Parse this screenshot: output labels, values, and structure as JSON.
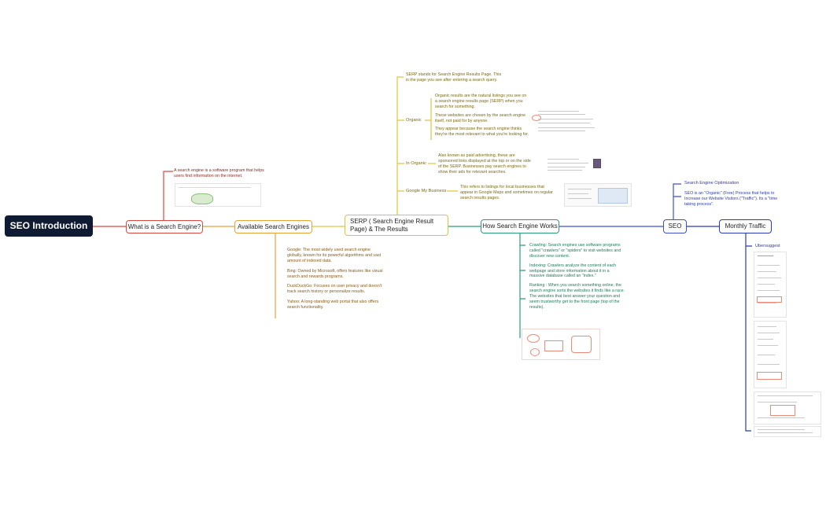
{
  "root": "SEO Introduction",
  "branches": {
    "what": "What is a Search Engine?",
    "available": "Available Search Engines",
    "serp": "SERP ( Search Engine Result Page) & The Results",
    "how": "How Search Engine Works",
    "seo": "SEO",
    "traffic": "Monthly Traffic"
  },
  "what_note": "A search engine is a software program that helps users find information on the internet.",
  "engines": [
    "Google: The most widely used search engine globally, known for its powerful algorithms and vast amount of indexed data.",
    "Bing: Owned by Microsoft, offers features like visual search and rewards programs.",
    "DuckDuckGo: Focuses on user privacy and doesn't track search history or personalize results.",
    "Yahoo: A long-standing web portal that also offers search functionality."
  ],
  "serp": {
    "intro": "SERP stands for Search Engine Results Page. This is the page you see after entering a search query.",
    "organic_label": "Organic",
    "organic_notes": [
      "Organic results are the natural listings you see on a search engine results page (SERP) when you search for something.",
      "These websites are chosen by the search engine itself, not paid for by anyone.",
      "They appear because the search engine thinks they're the most relevant to what you're looking for."
    ],
    "paid_label": "In Organic",
    "paid_note": "Also known as paid advertising, these are sponsored links displayed at the top or on the side of the SERP. Businesses pay search engines to show their ads for relevant searches.",
    "gmb_label": "Google My Business",
    "gmb_note": "This refers to listings for local businesses that appear in Google Maps and sometimes on regular search results pages."
  },
  "how_notes": [
    "Crawling: Search engines use software programs called \"crawlers\" or \"spiders\" to visit websites and discover new content.",
    "Indexing: Crawlers analyze the content of each webpage and store information about it in a massive database called an \"index.\"",
    "Ranking : When you search something online, the search engine sorts the websites it finds like a race. The websites that best answer your question and seem trustworthy get to the front page (top of the results)."
  ],
  "seo": {
    "full": "Search Engine Optimization",
    "desc": "SEO is an \"Organic\" (Free) Process that helps to Increase our Website Visitors (\"Traffic\"). Its a \"time taking process\"."
  },
  "traffic": {
    "tool": "Ubersuggest"
  },
  "colors": {
    "root": "#0f1b33",
    "red": "#d84a3f",
    "orange": "#e8a23a",
    "yellow": "#e0c33a",
    "green": "#2a9a7a",
    "blue": "#3e4fd6",
    "navy": "#2b3bb0"
  }
}
